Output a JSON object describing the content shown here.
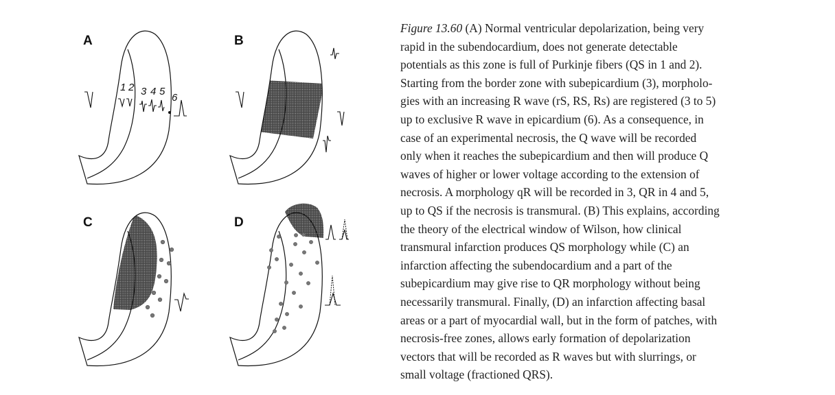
{
  "figure": {
    "panel_labels": [
      "A",
      "B",
      "C",
      "D"
    ],
    "lead_numbers": [
      "1",
      "2",
      "3",
      "4",
      "5",
      "6"
    ],
    "shading_color": "#555555"
  },
  "caption": {
    "figure_ref": "Figure 13.60",
    "first_line_rest": " (A) Normal ventricular depolarization, being very",
    "lines": [
      "rapid in the subendocardium, does not generate detectable",
      "potentials as this zone is full of Purkinje fibers (QS in 1 and 2).",
      "Starting from the border zone with subepicardium (3), morpholo-",
      "gies with an increasing R wave (rS, RS, Rs) are registered (3 to 5)",
      "up to exclusive R wave in epicardium (6). As a consequence, in",
      "case of an experimental necrosis, the Q wave will be recorded",
      "only when it reaches the subepicardium and then will produce Q",
      "waves of higher or lower voltage according to the extension of",
      "necrosis. A morphology qR will be recorded in 3, QR in 4 and 5,",
      "up to QS if the necrosis is transmural. (B) This explains, according",
      "the theory of the electrical window of Wilson, how clinical",
      "transmural infarction produces QS morphology while (C) an",
      "infarction affecting the subendocardium and a part of the",
      "subepicardium may give rise to QR morphology without being",
      "necessarily transmural. Finally, (D) an infarction affecting basal",
      "areas or a part of myocardial wall, but in the form of patches, with",
      "necrosis-free zones, allows early formation of depolarization",
      "vectors that will be recorded as R waves but with slurrings, or",
      "small voltage (fractioned QRS)."
    ]
  }
}
